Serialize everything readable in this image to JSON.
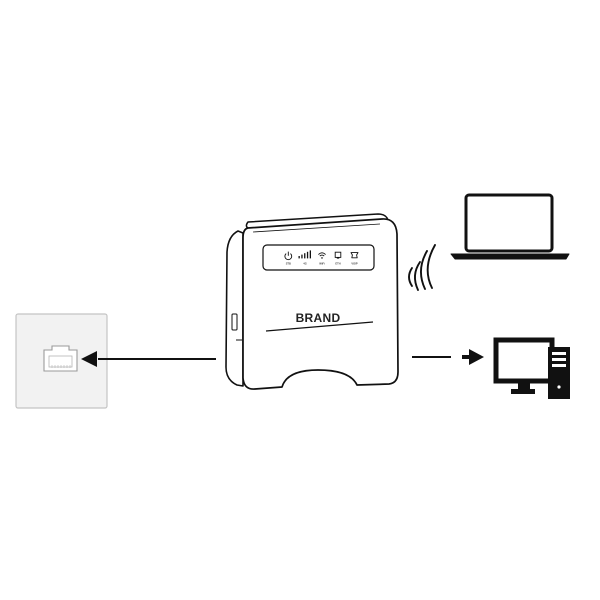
{
  "router": {
    "brand": "BRAND",
    "indicators": [
      {
        "icon": "power-icon",
        "label": "STB"
      },
      {
        "icon": "signal-bars-icon",
        "label": "4G"
      },
      {
        "icon": "wifi-icon",
        "label": "WiFi"
      },
      {
        "icon": "lan-port-icon",
        "label": "ETH"
      },
      {
        "icon": "phone-icon",
        "label": "VOIP"
      }
    ]
  },
  "devices": {
    "wall_socket": "ethernet-wall-socket-icon",
    "laptop": "laptop-icon",
    "desktop": "desktop-computer-icon"
  },
  "colors": {
    "line": "#111111",
    "socket_panel": "#f2f2f2",
    "socket_border": "#c4c4c4"
  }
}
